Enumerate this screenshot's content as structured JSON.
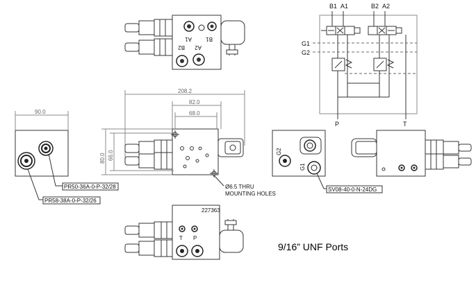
{
  "dims": {
    "overall_width": "208.2",
    "width_82": "82.0",
    "width_68": "68.0",
    "side_width": "90.0",
    "height_80": "80.0",
    "height_66": "66.0"
  },
  "callouts": {
    "relief_small": "PR50-36A-0-P-32/28",
    "relief_large": "PR58-38A-0-P-32/26",
    "mounting_line1": "Ø6.5 THRU",
    "mounting_line2": "MOUNTING HOLES",
    "solenoid_valve": "SV08-40-0-N-24DG",
    "part_number": "227363"
  },
  "ports": {
    "A1": "A1",
    "B1": "B1",
    "A2": "A2",
    "B2": "B2",
    "T": "T",
    "P": "P",
    "G1": "G1",
    "G2": "G2"
  },
  "note": "9/16” UNF Ports"
}
